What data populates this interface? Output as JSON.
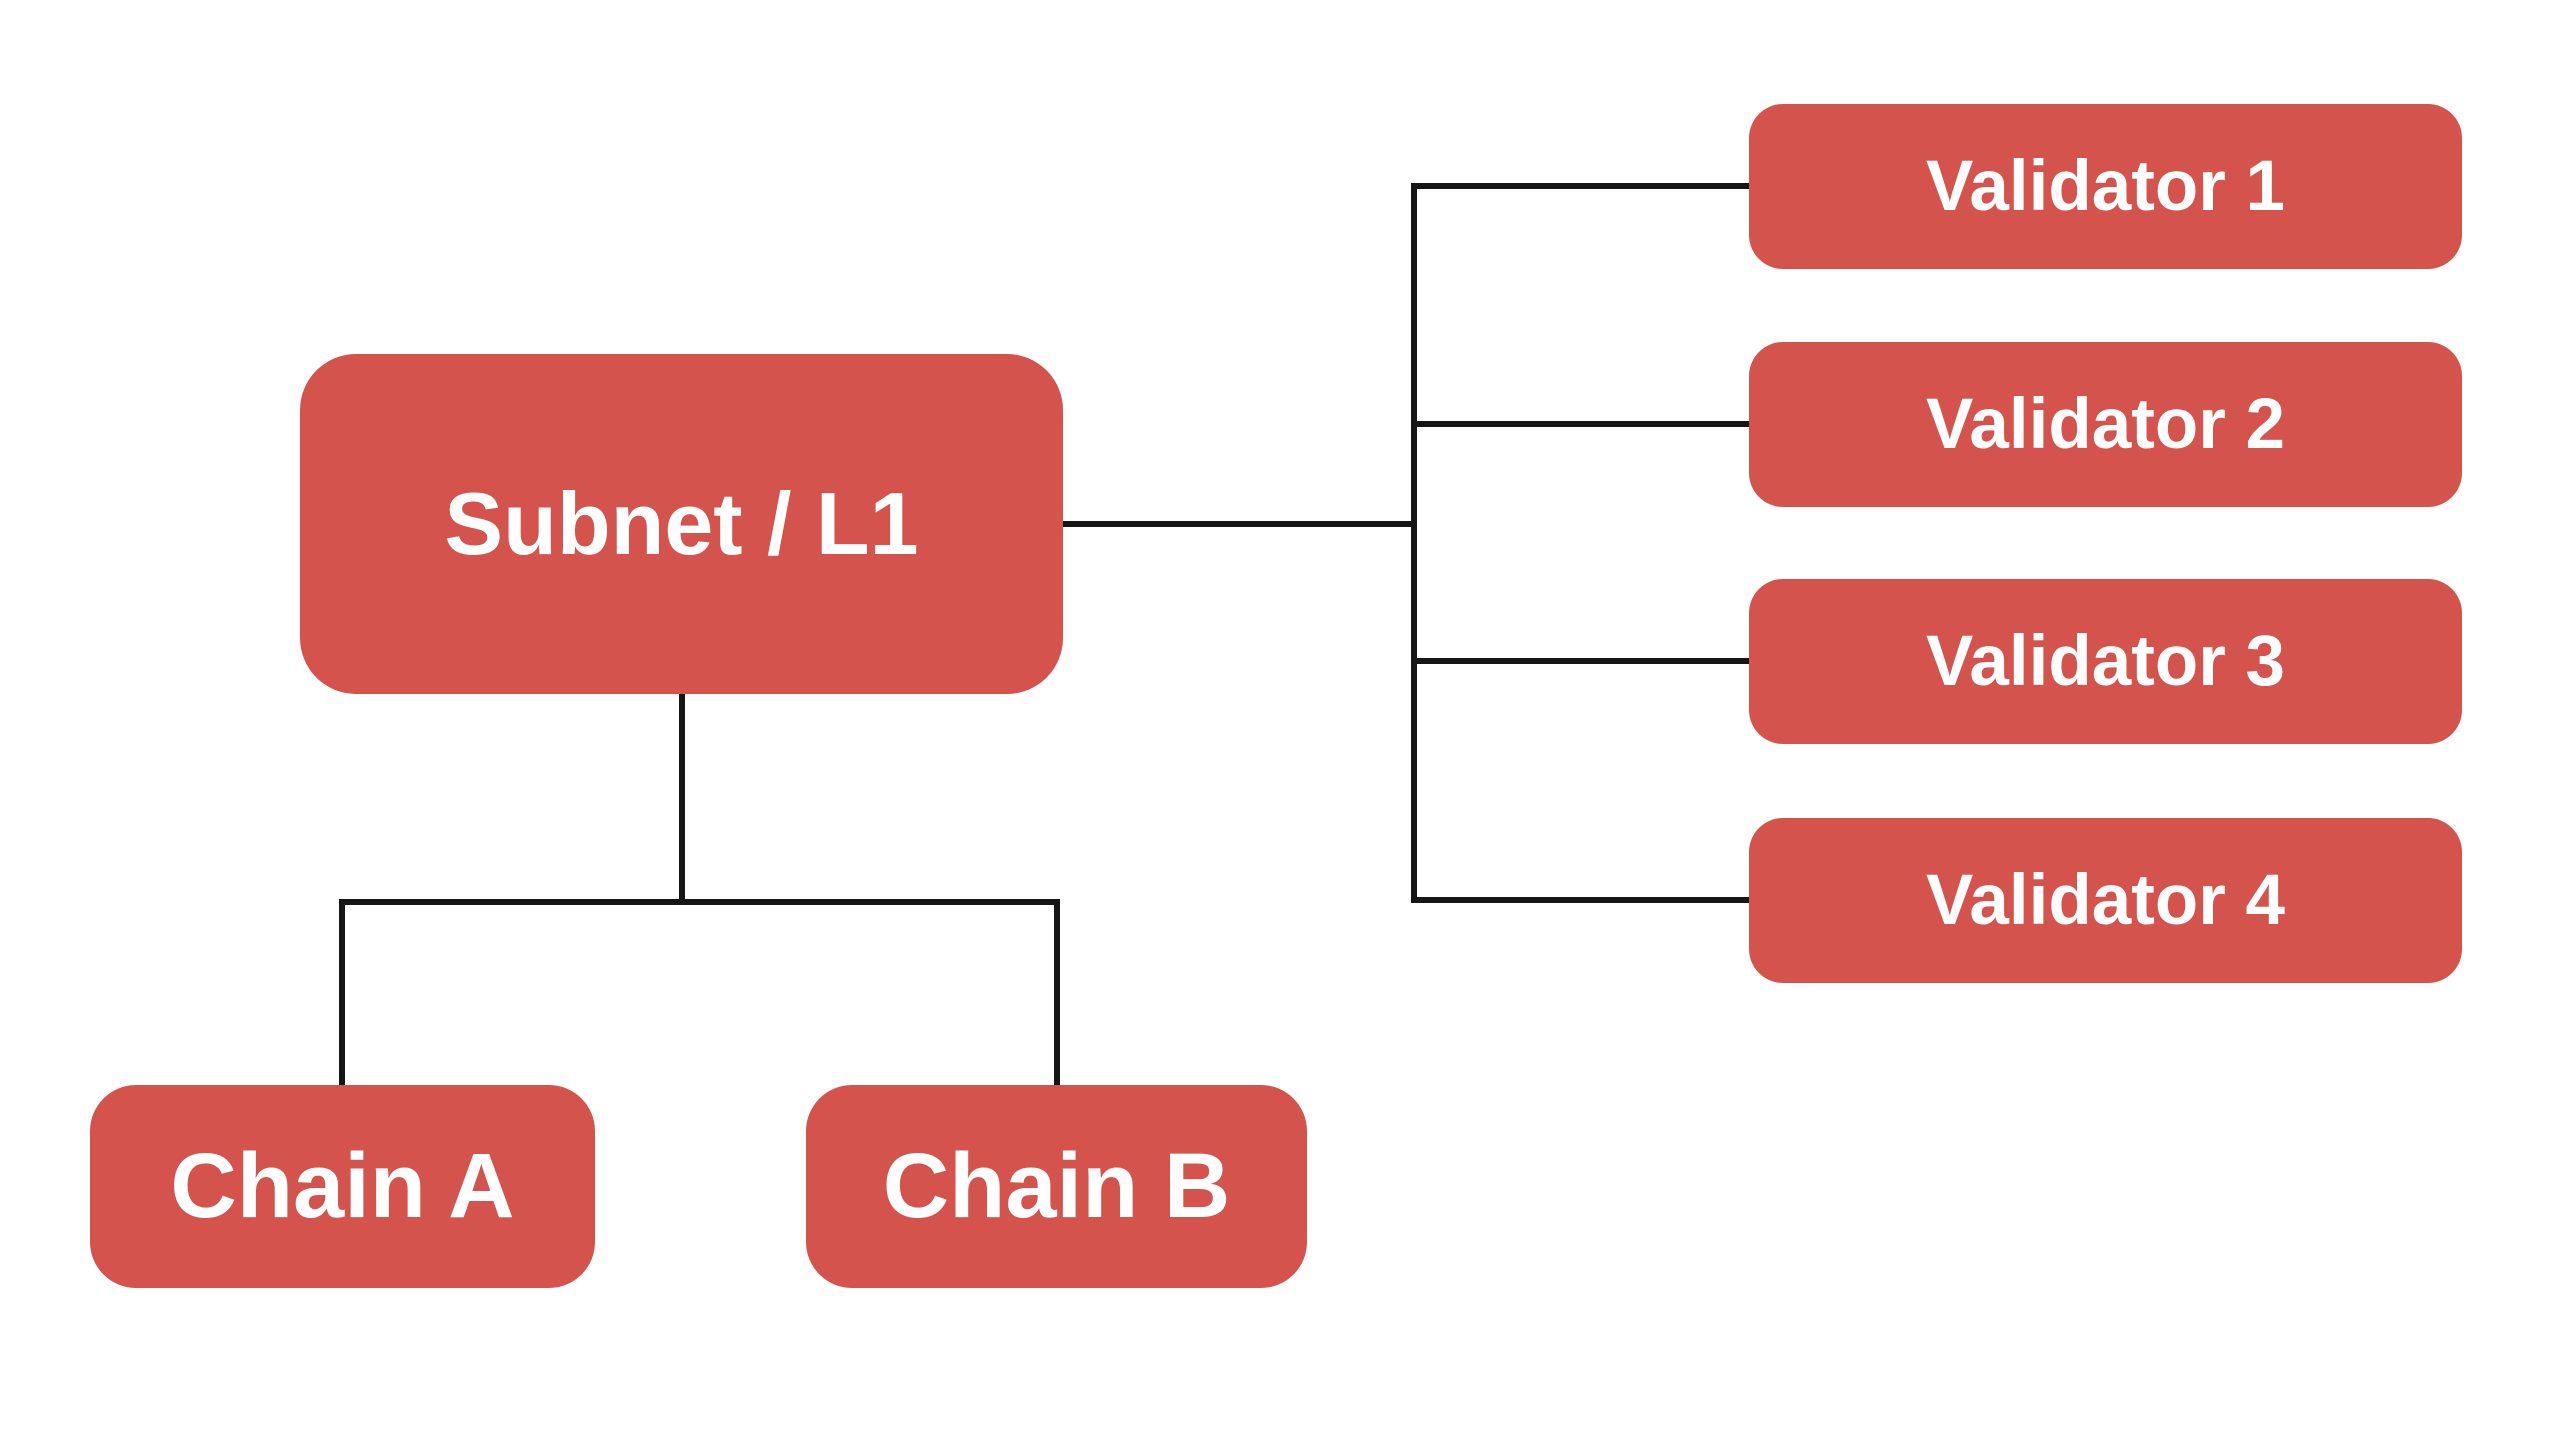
{
  "diagram": {
    "background_color": "#FFFFFF",
    "node_color": "#D4534D",
    "node_text_color": "#FFFFFF",
    "connector_color": "#161616",
    "nodes": {
      "subnet": {
        "label": "Subnet / L1"
      },
      "chain_a": {
        "label": "Chain A"
      },
      "chain_b": {
        "label": "Chain B"
      },
      "validators": [
        {
          "label": "Validator 1"
        },
        {
          "label": "Validator 2"
        },
        {
          "label": "Validator 3"
        },
        {
          "label": "Validator 4"
        }
      ]
    }
  }
}
